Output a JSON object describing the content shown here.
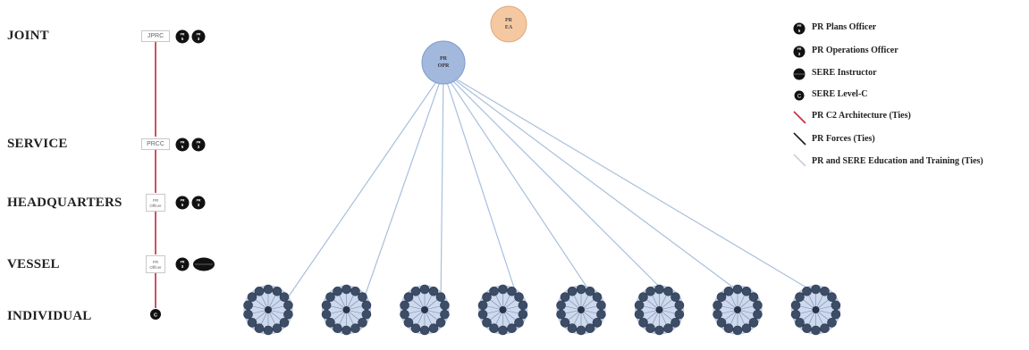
{
  "levels": [
    {
      "name": "JOINT"
    },
    {
      "name": "SERVICE"
    },
    {
      "name": "HEADQUARTERS"
    },
    {
      "name": "VESSEL"
    },
    {
      "name": "INDIVIDUAL"
    }
  ],
  "chain_boxes": {
    "joint": "JPRC",
    "service": "PRCC",
    "headquarters": [
      "PR",
      "Officer"
    ],
    "vessel": [
      "PR",
      "Officer"
    ]
  },
  "role_codes": {
    "plans": [
      "PR",
      "5"
    ],
    "operations": [
      "PR",
      "3"
    ],
    "sere_level_c": "C"
  },
  "top_nodes": {
    "ea": [
      "PR",
      "EA"
    ],
    "opr": [
      "PR",
      "OPR"
    ]
  },
  "legend": [
    {
      "label": "PR Plans Officer",
      "symbol": "plans-officer"
    },
    {
      "label": "PR Operations Officer",
      "symbol": "operations-officer"
    },
    {
      "label": "SERE Instructor",
      "symbol": "sere-instructor"
    },
    {
      "label": "SERE Level-C",
      "symbol": "sere-level-c"
    },
    {
      "label": "PR C2 Architecture (Ties)",
      "symbol": "c2-tie",
      "color": "#c0283a"
    },
    {
      "label": "PR Forces (Ties)",
      "symbol": "forces-tie",
      "color": "#1a1a1a"
    },
    {
      "label": "PR and SERE Education and Training (Ties)",
      "symbol": "training-tie",
      "color": "#c5cfdc"
    }
  ],
  "colors": {
    "opr_fill": "#a3b8dd",
    "ea_fill": "#f4c9a2",
    "cluster_fill": "#cdd9ee",
    "member_fill": "#3e4d66",
    "edge": "#a9bfdc",
    "c2_tie": "#c0283a",
    "role_fill": "#111111"
  },
  "cluster_count": 8
}
